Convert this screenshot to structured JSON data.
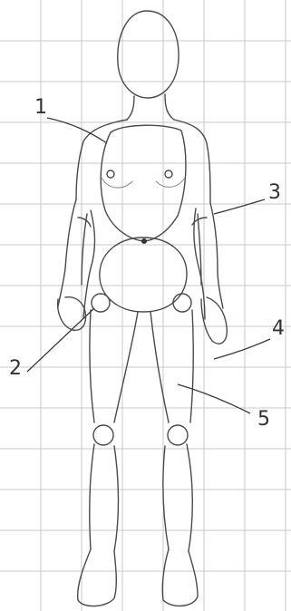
{
  "labels": {
    "one": "1",
    "two": "2",
    "three": "3",
    "four": "4",
    "five": "5"
  }
}
